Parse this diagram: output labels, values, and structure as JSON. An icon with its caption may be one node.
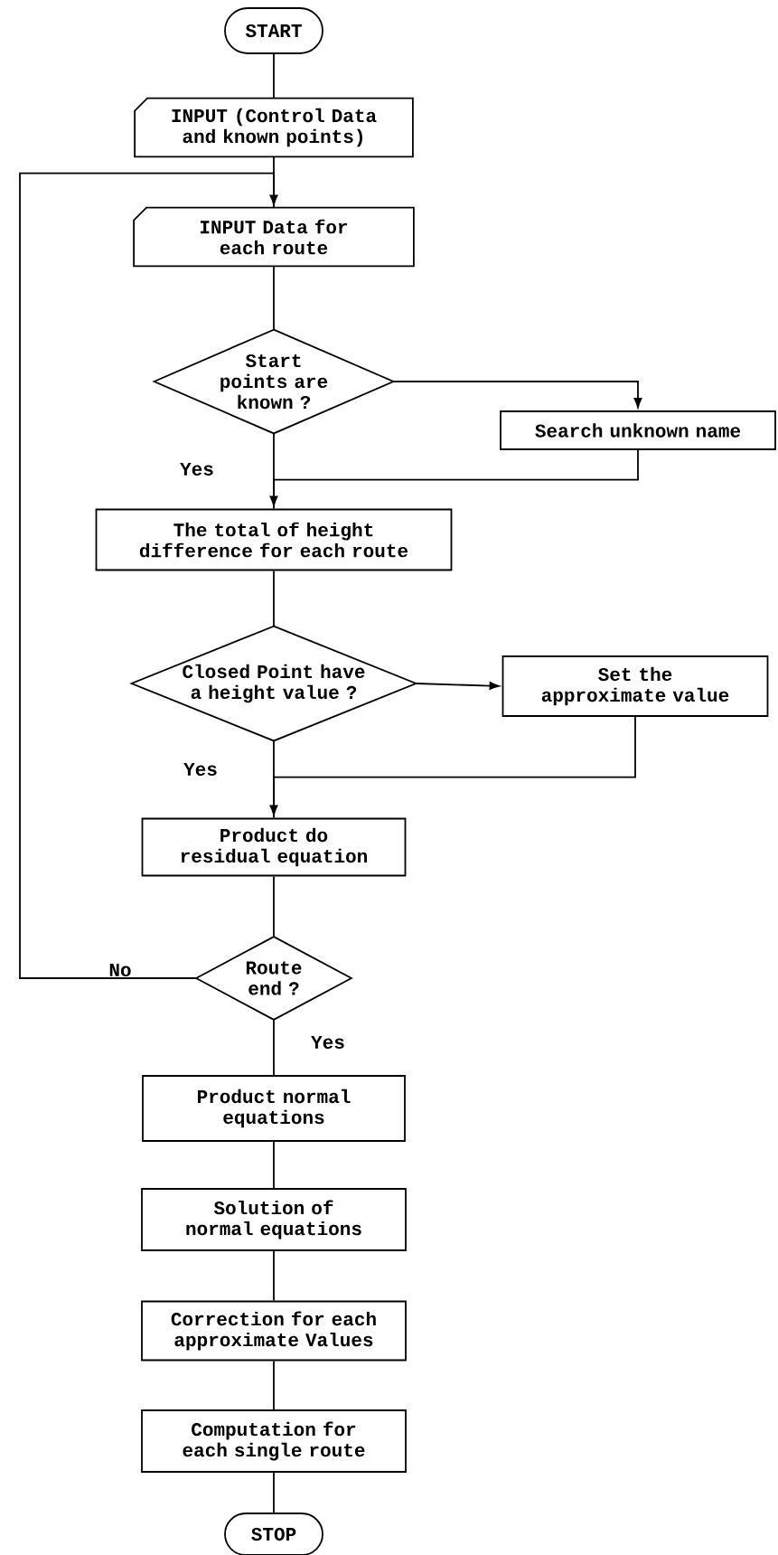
{
  "diagram": {
    "nodes": [
      {
        "text": [
          "START"
        ]
      },
      {
        "text": [
          "INPUT (Control Data and known points)"
        ]
      },
      {
        "text": [
          "INPUT Data for each route"
        ]
      },
      {
        "text": [
          "Start points are known ?"
        ]
      },
      {
        "text": [
          "Search unknown name"
        ]
      },
      {
        "text": [
          "The total of height difference for each route"
        ]
      },
      {
        "text": [
          "Closed Point have a height value ?"
        ]
      },
      {
        "text": [
          "Set the approximate value"
        ]
      },
      {
        "text": [
          "Product do residual equation"
        ]
      },
      {
        "text": [
          "Route end ?"
        ]
      },
      {
        "text": [
          "Product normal equations"
        ]
      },
      {
        "text": [
          "Solution of normal equations"
        ]
      },
      {
        "text": [
          "Correction for each approximate Values"
        ]
      },
      {
        "text": [
          "Computation for each single route"
        ]
      },
      {
        "text": [
          "STOP"
        ]
      }
    ],
    "edges": [
      {
        "from": 0,
        "to": 1,
        "arrow": "none"
      },
      {
        "from": 1,
        "to": 2,
        "arrow": "none"
      },
      {
        "from": 2,
        "to": 3,
        "arrow": "none"
      },
      {
        "from": 3,
        "to": 4,
        "arrow": "to"
      },
      {
        "from": 3,
        "to": 5,
        "arrow": "none",
        "label": "Yes"
      },
      {
        "from": 4,
        "to": 5,
        "arrow": "to"
      },
      {
        "from": 5,
        "to": 6,
        "arrow": "none"
      },
      {
        "from": 6,
        "to": 7,
        "arrow": "to"
      },
      {
        "from": 6,
        "to": 8,
        "arrow": "none",
        "label": "Yes"
      },
      {
        "from": 7,
        "to": 8,
        "arrow": "to"
      },
      {
        "from": 8,
        "to": 9,
        "arrow": "none"
      },
      {
        "from": 9,
        "to": 2,
        "arrow": "to",
        "label": "No"
      },
      {
        "from": 9,
        "to": 10,
        "arrow": "none",
        "label": "Yes"
      },
      {
        "from": 10,
        "to": 11,
        "arrow": "none"
      },
      {
        "from": 11,
        "to": 12,
        "arrow": "none"
      },
      {
        "from": 12,
        "to": 13,
        "arrow": "none"
      },
      {
        "from": 13,
        "to": 14,
        "arrow": "none"
      }
    ]
  }
}
